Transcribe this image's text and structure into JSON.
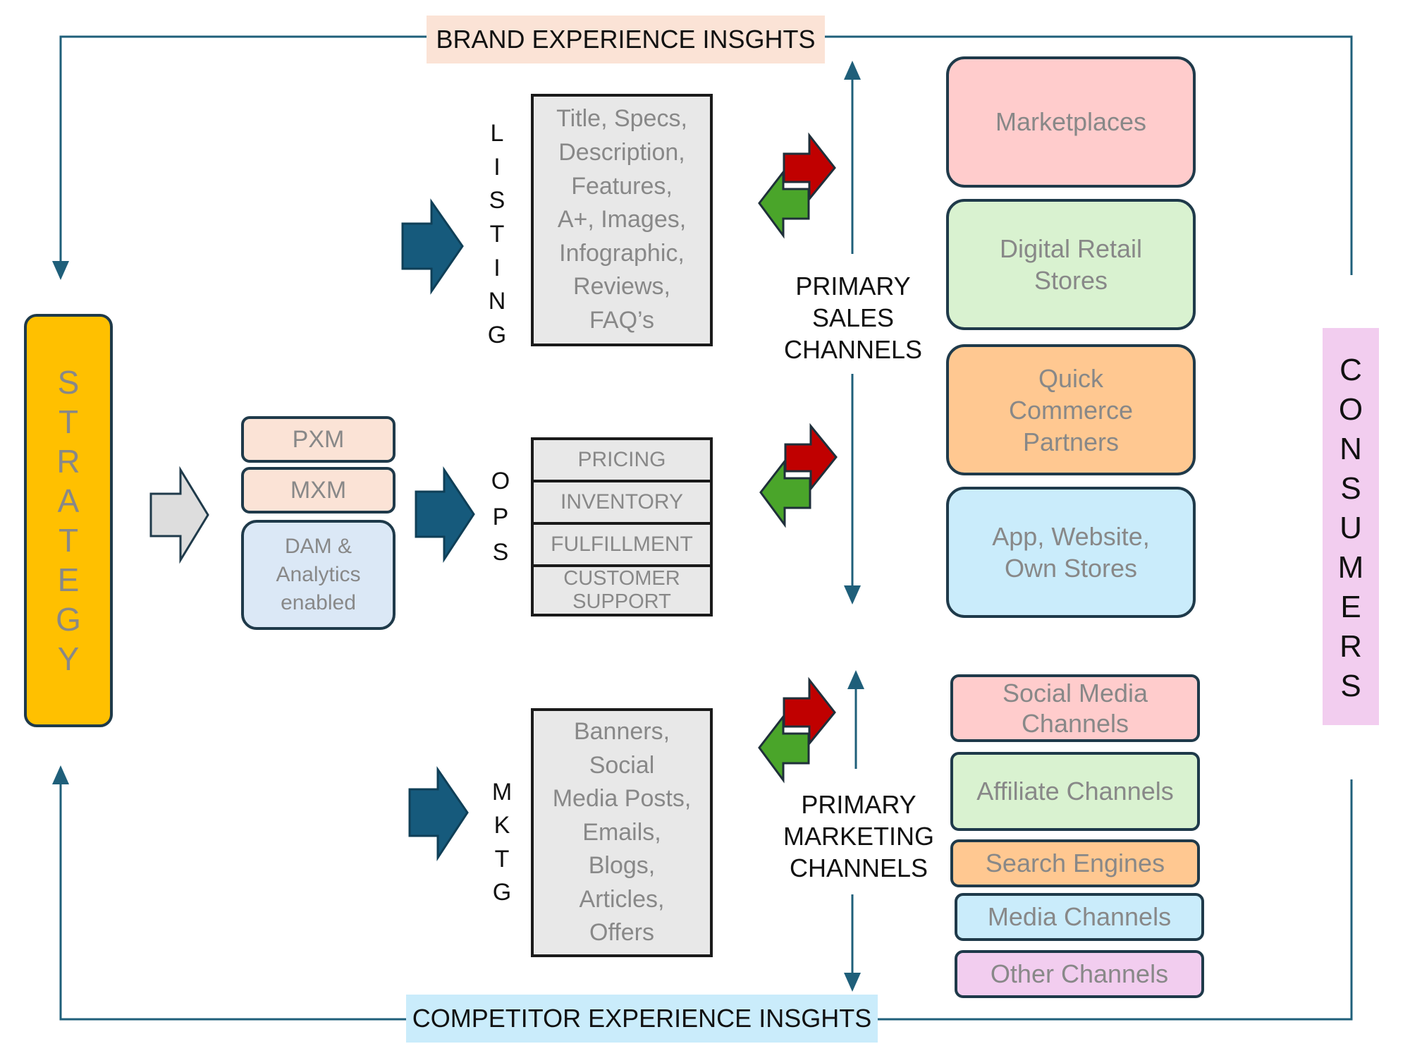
{
  "colors": {
    "line": "#1f5f7a",
    "arrow_blue": "#165a7c",
    "arrow_gray": "#dddddd",
    "arrow_red": "#c00000",
    "arrow_green": "#4aa52a",
    "strategy": "#ffc000",
    "consumers": "#f2cdef"
  },
  "top_banner": "BRAND EXPERIENCE  INSGHTS",
  "bottom_banner": "COMPETITOR EXPERIENCE  INSGHTS",
  "strategy": [
    "S",
    "T",
    "R",
    "A",
    "T",
    "E",
    "G",
    "Y"
  ],
  "consumers": [
    "C",
    "O",
    "N",
    "S",
    "U",
    "M",
    "E",
    "R",
    "S"
  ],
  "center_stack": {
    "pxm": "PXM",
    "mxm": "MXM",
    "dam_lines": [
      "DAM &",
      "Analytics",
      "enabled"
    ]
  },
  "listing": {
    "label": [
      "L",
      "I",
      "S",
      "T",
      "I",
      "N",
      "G"
    ],
    "lines": [
      "Title, Specs,",
      "Description,",
      "Features,",
      "A+, Images,",
      "Infographic,",
      "Reviews,",
      "FAQ’s"
    ]
  },
  "ops": {
    "label": [
      "O",
      "P",
      "S"
    ],
    "items": [
      "PRICING",
      "INVENTORY",
      "FULFILLMENT",
      "CUSTOMER SUPPORT"
    ]
  },
  "mktg": {
    "label": [
      "M",
      "K",
      "T",
      "G"
    ],
    "lines": [
      "Banners,",
      "Social",
      "Media Posts,",
      "Emails,",
      "Blogs,",
      "Articles,",
      "Offers"
    ]
  },
  "primary_sales": [
    "PRIMARY",
    "SALES",
    "CHANNELS"
  ],
  "primary_marketing": [
    "PRIMARY",
    "MARKETING",
    "CHANNELS"
  ],
  "sales_channels": [
    {
      "lines": [
        "Marketplaces"
      ],
      "color": "#ffcccc"
    },
    {
      "lines": [
        "Digital Retail",
        "Stores"
      ],
      "color": "#d9f2d0"
    },
    {
      "lines": [
        "Quick",
        "Commerce",
        "Partners"
      ],
      "color": "#ffc891"
    },
    {
      "lines": [
        "App, Website,",
        "Own Stores"
      ],
      "color": "#caecfb"
    }
  ],
  "marketing_channels": [
    {
      "lines": [
        "Social Media",
        "Channels"
      ],
      "color": "#ffcccc"
    },
    {
      "lines": [
        "Affiliate Channels"
      ],
      "color": "#d9f2d0"
    },
    {
      "lines": [
        "Search Engines"
      ],
      "color": "#ffc891"
    },
    {
      "lines": [
        "Media Channels"
      ],
      "color": "#caecfb"
    },
    {
      "lines": [
        "Other Channels"
      ],
      "color": "#f2cdef"
    }
  ]
}
